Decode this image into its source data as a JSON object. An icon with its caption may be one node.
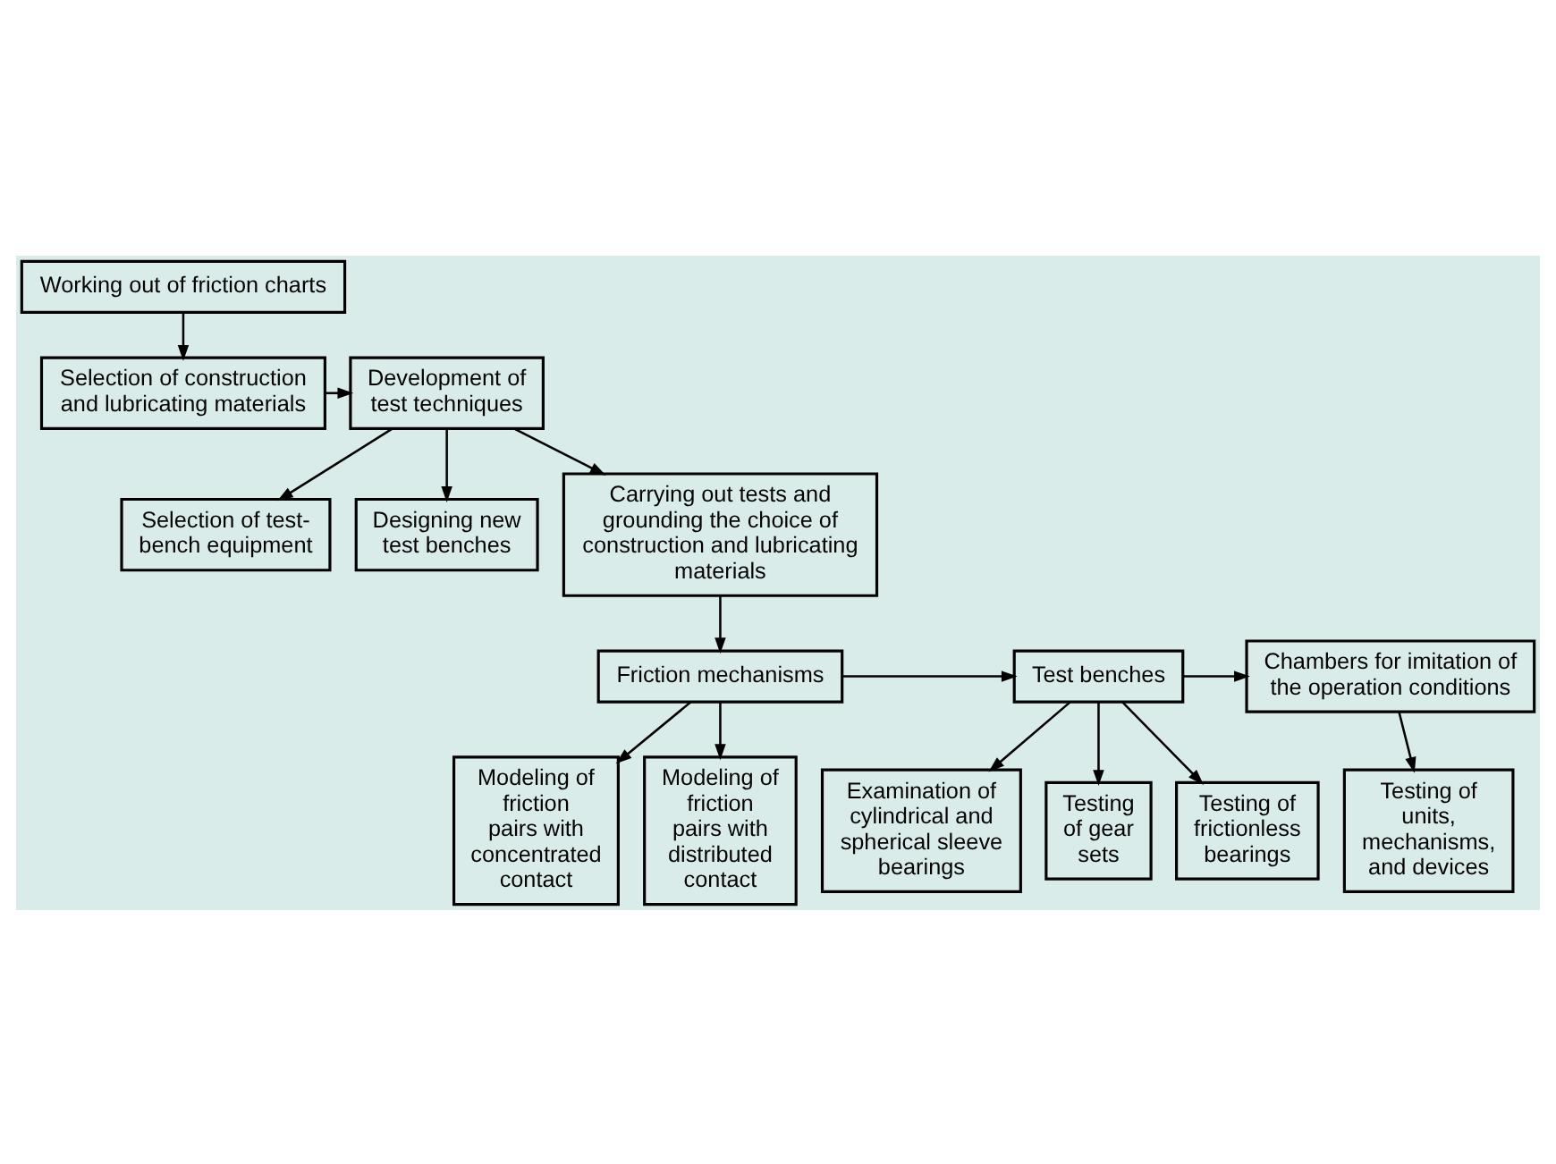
{
  "diagram": {
    "nodes": [
      {
        "text": [
          "Working out of friction charts"
        ]
      },
      {
        "text": [
          "Selection of construction and lubricating materials"
        ]
      },
      {
        "text": [
          "Development of test techniques"
        ]
      },
      {
        "text": [
          "Selection of test-bench equipment"
        ]
      },
      {
        "text": [
          "Designing new test benches"
        ]
      },
      {
        "text": [
          "Carrying out tests and grounding the choice of construction and lubricating materials"
        ]
      },
      {
        "text": [
          "Friction mechanisms"
        ]
      },
      {
        "text": [
          "Test benches"
        ]
      },
      {
        "text": [
          "Chambers for imitation of the operation conditions"
        ]
      },
      {
        "text": [
          "Modeling of friction pairs with concentrated contact"
        ]
      },
      {
        "text": [
          "Modeling of friction pairs with distributed contact"
        ]
      },
      {
        "text": [
          "Examination of cylindrical and spherical sleeve bearings"
        ]
      },
      {
        "text": [
          "Testing of gear sets"
        ]
      },
      {
        "text": [
          "Testing of frictionless bearings"
        ]
      },
      {
        "text": [
          "Testing of units, mechanisms, and devices"
        ]
      }
    ],
    "edges": [
      {
        "from": 0,
        "to": 1,
        "arrow": "to"
      },
      {
        "from": 1,
        "to": 2,
        "arrow": "to"
      },
      {
        "from": 2,
        "to": 3,
        "arrow": "to"
      },
      {
        "from": 2,
        "to": 4,
        "arrow": "to"
      },
      {
        "from": 2,
        "to": 5,
        "arrow": "to"
      },
      {
        "from": 5,
        "to": 6,
        "arrow": "to"
      },
      {
        "from": 6,
        "to": 7,
        "arrow": "to"
      },
      {
        "from": 7,
        "to": 8,
        "arrow": "to"
      },
      {
        "from": 6,
        "to": 9,
        "arrow": "to"
      },
      {
        "from": 6,
        "to": 10,
        "arrow": "to"
      },
      {
        "from": 7,
        "to": 11,
        "arrow": "to"
      },
      {
        "from": 7,
        "to": 12,
        "arrow": "to"
      },
      {
        "from": 7,
        "to": 13,
        "arrow": "to"
      },
      {
        "from": 8,
        "to": 14,
        "arrow": "to"
      }
    ]
  }
}
